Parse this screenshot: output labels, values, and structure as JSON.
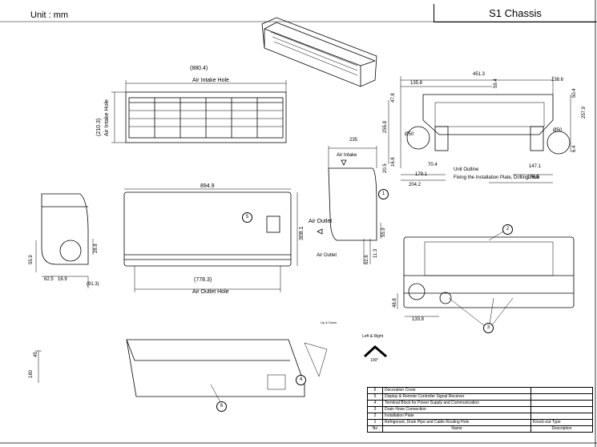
{
  "header": {
    "unit": "Unit : mm",
    "chassis": "S1 Chassis"
  },
  "top_view": {
    "width_dim": "(880.4)",
    "air_intake_hole": "Air Intake Hole",
    "side_air_intake_hole": "Air Intake Hole",
    "height_dim": "(210.3)"
  },
  "front_view": {
    "width_dim": "894.9",
    "height_dim": "308.1",
    "bottom_dim": "(778.3)",
    "air_outlet_hole": "Air Outlet Hole",
    "air_outlet_side": "Air Outlet"
  },
  "left_view": {
    "d_55_9": "55.9",
    "d_62_5": "62.5",
    "d_16_9": "16.9",
    "d_28_8": "28.8",
    "d_91_3": "(91.3)"
  },
  "side_view": {
    "depth_dim": "235",
    "air_intake": "Air Intake",
    "air_outlet": "Air Outlet",
    "d_55_9": "55.9",
    "d_11_3": "11.3",
    "d_62_6": "62.6"
  },
  "plate_view": {
    "d_451_3": "451.3",
    "d_135_8": "135.8",
    "d_59_4": "59.4",
    "d_138_6": "138.6",
    "d_47_8": "47.8",
    "d_50_4": "50.4",
    "d_255_8": "255.8",
    "d_257_9": "257.9",
    "d_16_8": "16.8",
    "d_20_5": "20.5",
    "d_70_4": "70.4",
    "d_179_1": "179.1",
    "d_204_2": "204.2",
    "d_147_1": "147.1",
    "d_176_5": "176.5",
    "d_6_4": "6.4",
    "hole_left": "Ø50",
    "hole_right": "Ø50",
    "unit_outline": "Unit Outline",
    "fixing_note": "Fixing the Installation Plate, Drilling Hole"
  },
  "bottom_view": {
    "d_48_8": "48.8",
    "d_133_8": "133.8"
  },
  "angle_view": {
    "up_down": "Up & Down",
    "left_right": "Left & Right",
    "angle_100": "100°",
    "d_45": "45",
    "d_180": "180"
  },
  "callouts": [
    "1",
    "2",
    "3",
    "4",
    "5",
    "6"
  ],
  "parts_table": {
    "rows": [
      {
        "no": "6",
        "name": "Decoration Cover",
        "description": ""
      },
      {
        "no": "5",
        "name": "Display & Remote Controller Signal Receiver",
        "description": ""
      },
      {
        "no": "4",
        "name": "Terminal Block for Power Supply and Communication",
        "description": ""
      },
      {
        "no": "3",
        "name": "Drain Hose Connection",
        "description": ""
      },
      {
        "no": "2",
        "name": "Installation Plate",
        "description": ""
      },
      {
        "no": "1",
        "name": "Refrigerant, Drain Pipe and Cable Routing Hole",
        "description": "Knock-out Type"
      }
    ],
    "header": {
      "no": "No",
      "name": "Name",
      "description": "Description"
    }
  }
}
